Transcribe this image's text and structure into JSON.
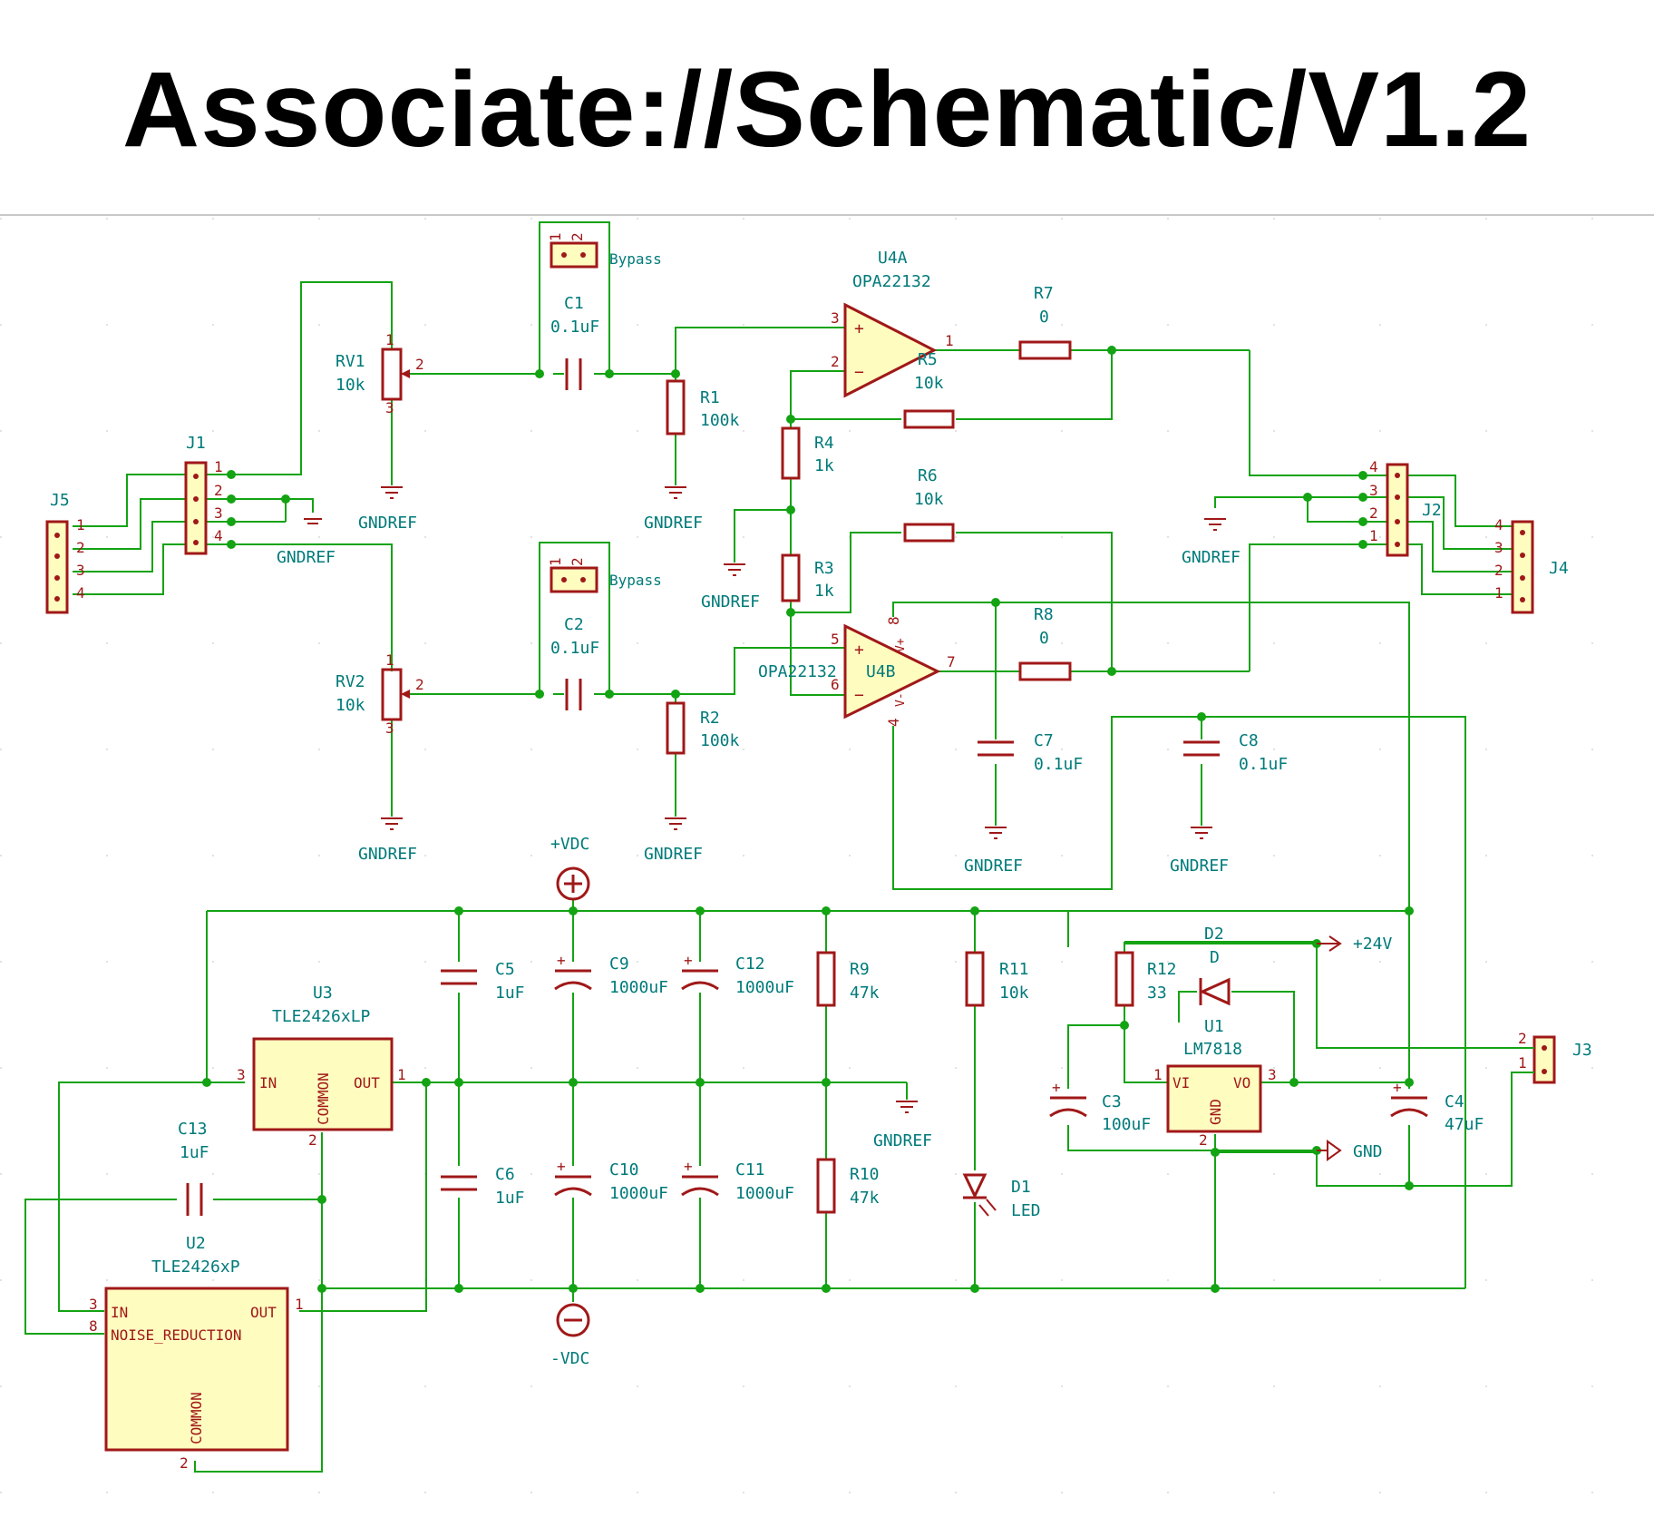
{
  "title": "Associate://Schematic/V1.2",
  "components": {
    "rv1": {
      "ref": "RV1",
      "value": "10k",
      "pins": [
        "1",
        "2",
        "3"
      ]
    },
    "rv2": {
      "ref": "RV2",
      "value": "10k",
      "pins": [
        "1",
        "2",
        "3"
      ]
    },
    "c1": {
      "ref": "C1",
      "value": "0.1uF"
    },
    "c2": {
      "ref": "C2",
      "value": "0.1uF"
    },
    "bypass1": {
      "label": "Bypass",
      "pins": [
        "1",
        "2"
      ]
    },
    "bypass2": {
      "label": "Bypass",
      "pins": [
        "1",
        "2"
      ]
    },
    "r1": {
      "ref": "R1",
      "value": "100k"
    },
    "r2": {
      "ref": "R2",
      "value": "100k"
    },
    "r3": {
      "ref": "R3",
      "value": "1k"
    },
    "r4": {
      "ref": "R4",
      "value": "1k"
    },
    "r5": {
      "ref": "R5",
      "value": "10k"
    },
    "r6": {
      "ref": "R6",
      "value": "10k"
    },
    "r7": {
      "ref": "R7",
      "value": "0"
    },
    "r8": {
      "ref": "R8",
      "value": "0"
    },
    "u4a": {
      "ref": "U4A",
      "value": "OPA22132",
      "pins": [
        "3",
        "2",
        "1"
      ]
    },
    "u4b": {
      "ref": "U4B",
      "value": "OPA22132",
      "pins": [
        "5",
        "6",
        "7",
        "8",
        "4"
      ],
      "supply_pos": "V+",
      "supply_neg": "V-"
    },
    "c7": {
      "ref": "C7",
      "value": "0.1uF"
    },
    "c8": {
      "ref": "C8",
      "value": "0.1uF"
    },
    "j1": {
      "ref": "J1",
      "pins": [
        "1",
        "2",
        "3",
        "4"
      ]
    },
    "j2": {
      "ref": "J2",
      "pins": [
        "4",
        "3",
        "2",
        "1"
      ]
    },
    "j3": {
      "ref": "J3",
      "pins": [
        "2",
        "1"
      ]
    },
    "j4": {
      "ref": "J4",
      "pins": [
        "4",
        "3",
        "2",
        "1"
      ]
    },
    "j5": {
      "ref": "J5",
      "pins": [
        "1",
        "2",
        "3",
        "4"
      ]
    },
    "c5": {
      "ref": "C5",
      "value": "1uF"
    },
    "c6": {
      "ref": "C6",
      "value": "1uF"
    },
    "c9": {
      "ref": "C9",
      "value": "1000uF"
    },
    "c10": {
      "ref": "C10",
      "value": "1000uF"
    },
    "c11": {
      "ref": "C11",
      "value": "1000uF"
    },
    "c12": {
      "ref": "C12",
      "value": "1000uF"
    },
    "r9": {
      "ref": "R9",
      "value": "47k"
    },
    "r10": {
      "ref": "R10",
      "value": "47k"
    },
    "r11": {
      "ref": "R11",
      "value": "10k"
    },
    "r12": {
      "ref": "R12",
      "value": "33"
    },
    "d1": {
      "ref": "D1",
      "value": "LED"
    },
    "d2": {
      "ref": "D2",
      "value": "D"
    },
    "u1": {
      "ref": "U1",
      "value": "LM7818",
      "pin_vi": "VI",
      "pin_vo": "VO",
      "pin_gnd": "GND",
      "pins": [
        "1",
        "3",
        "2"
      ]
    },
    "c3": {
      "ref": "C3",
      "value": "100uF"
    },
    "c4": {
      "ref": "C4",
      "value": "47uF"
    },
    "u3": {
      "ref": "U3",
      "value": "TLE2426xLP",
      "pin_in": "IN",
      "pin_out": "OUT",
      "pin_common": "COMMON",
      "pins": [
        "3",
        "1",
        "2"
      ]
    },
    "u2": {
      "ref": "U2",
      "value": "TLE2426xP",
      "pin_in": "IN",
      "pin_out": "OUT",
      "pin_nr": "NOISE_REDUCTION",
      "pin_common": "COMMON",
      "pins": [
        "3",
        "8",
        "1",
        "2"
      ]
    },
    "c13": {
      "ref": "C13",
      "value": "1uF"
    }
  },
  "power": {
    "gndref": "GNDREF",
    "gnd": "GND",
    "vpos": "+VDC",
    "vneg": "-VDC",
    "v24": "+24V"
  },
  "colors": {
    "wire": "#13a313",
    "component": "#a01818",
    "label": "#007a7a",
    "body_fill": "#fffcc0"
  }
}
